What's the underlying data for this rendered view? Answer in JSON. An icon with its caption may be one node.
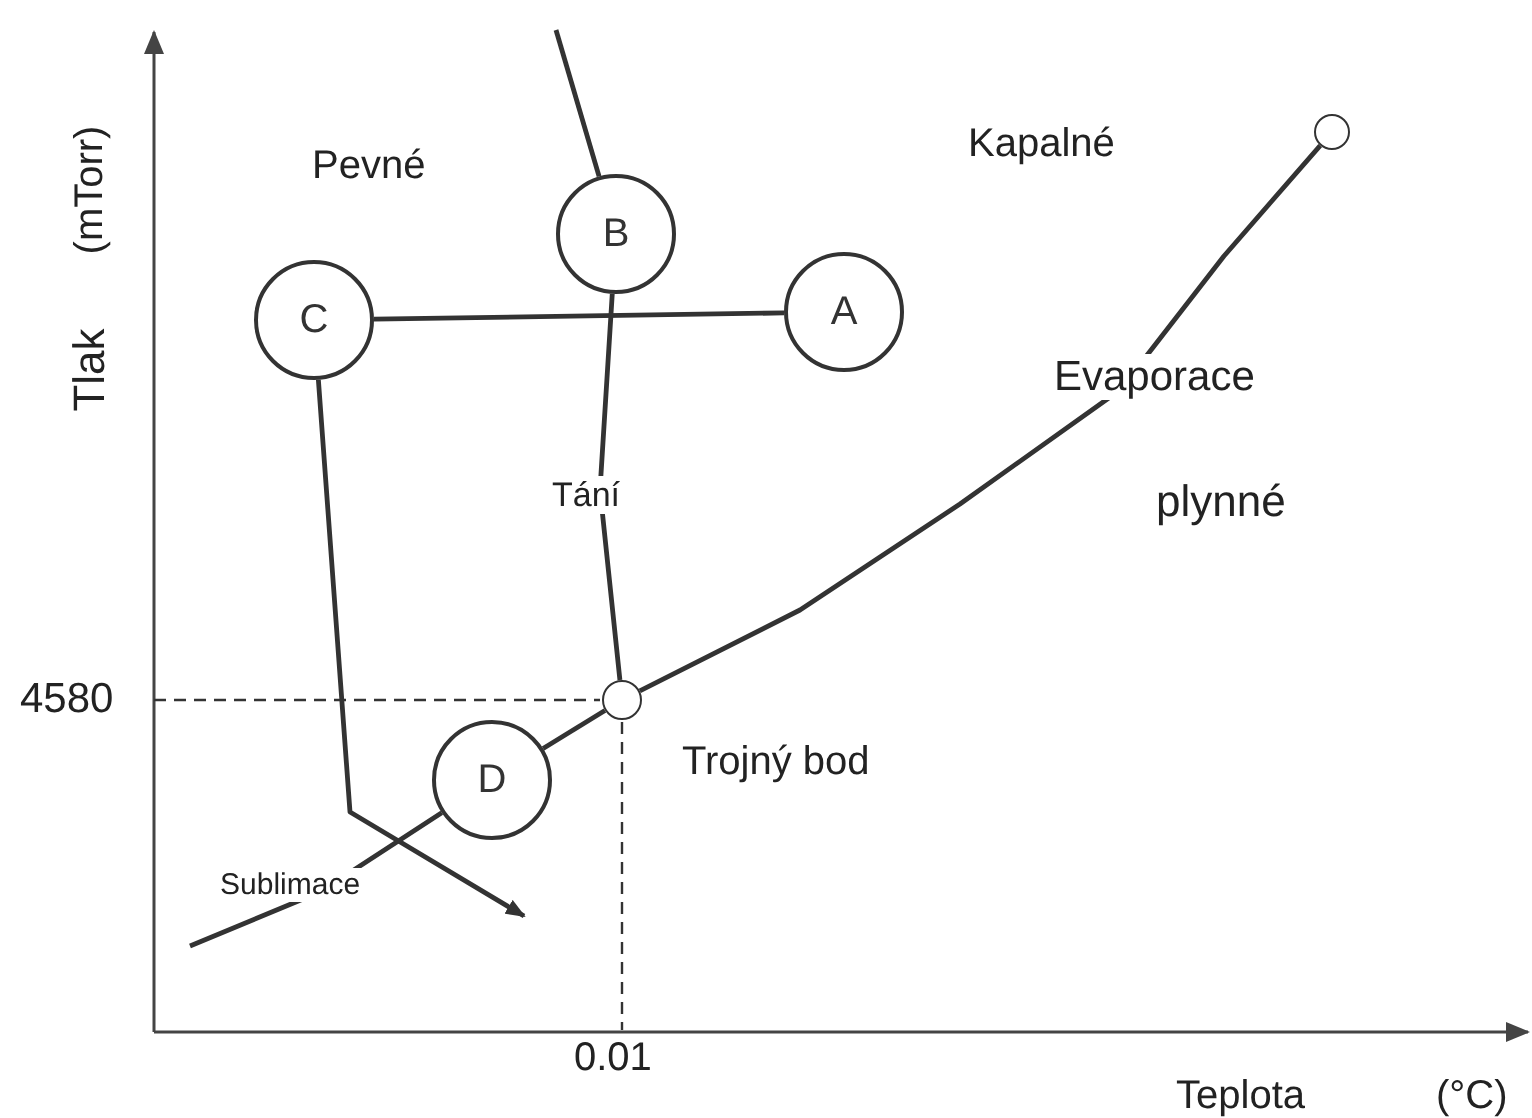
{
  "diagram": {
    "nodes": [
      {
        "text": [
          "B"
        ]
      },
      {
        "text": [
          "C"
        ]
      },
      {
        "text": [
          "A"
        ]
      },
      {
        "text": [],
        "shape": "circle"
      },
      {
        "text": [],
        "shape": "circle",
        "beside": [
          "Trojný bod"
        ]
      },
      {
        "text": [
          "D"
        ]
      }
    ],
    "edges": [
      {
        "from": 1,
        "to": 2,
        "arrow": "none"
      },
      {
        "from": 1,
        "to": null,
        "arrow": "to"
      },
      {
        "from": null,
        "to": 0,
        "arrow": "none"
      },
      {
        "from": 0,
        "to": 4,
        "arrow": "none",
        "label": "Tání"
      },
      {
        "from": 4,
        "to": 3,
        "arrow": "none",
        "label": "Evaporace"
      },
      {
        "from": null,
        "to": 5,
        "arrow": "none",
        "label": "Sublimace"
      },
      {
        "from": 5,
        "to": 4,
        "arrow": "none"
      }
    ],
    "labels": [
      "(mTorr)",
      "Tlak",
      "Pevné",
      "Kapalné",
      "plynné",
      "4580",
      "0.01",
      "Teplota",
      "(°C)"
    ]
  }
}
